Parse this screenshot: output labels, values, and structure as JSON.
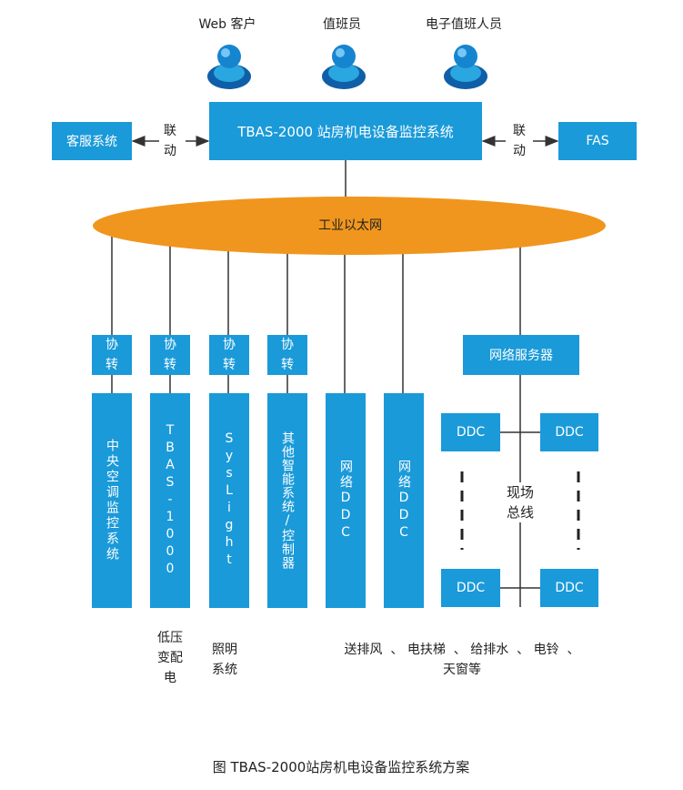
{
  "users": [
    {
      "label": "Web 客户",
      "icon": "user-icon"
    },
    {
      "label": "值班员",
      "icon": "user-icon"
    },
    {
      "label": "电子值班人员",
      "icon": "user-icon"
    }
  ],
  "center": {
    "title": "TBAS-2000 站房机电设备监控系统"
  },
  "left_system": {
    "label": "客服系统",
    "link": "联\n动"
  },
  "right_system": {
    "label": "FAS",
    "link": "联\n动"
  },
  "network": {
    "label": "工业以太网"
  },
  "converters": [
    "协\n转",
    "协\n转",
    "协\n转",
    "协\n转"
  ],
  "network_server": {
    "label": "网络服务器"
  },
  "columns": [
    "中央空调监控系统",
    "TBAS-1000",
    "SysLight",
    "其他智能系统/控制器",
    "网络DDC",
    "网络DDC"
  ],
  "ddc": [
    "DDC",
    "DDC",
    "DDC",
    "DDC"
  ],
  "field_bus": {
    "label": "现场\n总线"
  },
  "bottom_labels": {
    "low_voltage": "低压\n变配\n电",
    "lighting": "照明\n系统",
    "equipment": "送排风  、 电扶梯  、 给排水  、 电铃  、\n天窗等"
  },
  "caption": "图 TBAS-2000站房机电设备监控系统方案",
  "colors": {
    "box": "#1a9ad9",
    "network": "#f0961e",
    "line": "#333333"
  }
}
